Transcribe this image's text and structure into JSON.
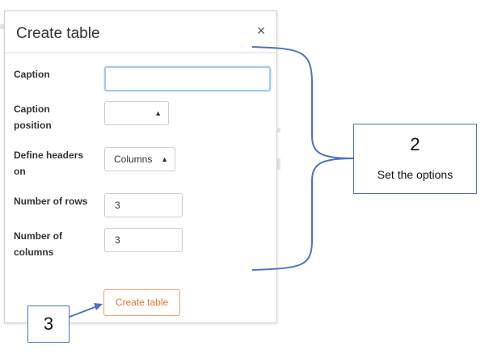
{
  "dialog": {
    "title": "Create table",
    "close_glyph": "×"
  },
  "form": {
    "caption": {
      "label": "Caption",
      "value": ""
    },
    "caption_position": {
      "label": "Caption position",
      "selected": ""
    },
    "define_headers": {
      "label": "Define headers on",
      "selected": "Columns"
    },
    "number_of_rows": {
      "label": "Number of rows",
      "value": "3"
    },
    "number_of_columns": {
      "label": "Number of columns",
      "value": "3"
    },
    "submit_label": "Create table"
  },
  "annotations": {
    "step_2": {
      "number": "2",
      "text": "Set the options"
    },
    "step_3": {
      "number": "3"
    }
  },
  "colors": {
    "accent_orange": "#e8732a",
    "callout_blue": "#4a72c4",
    "focus_blue": "#a9c9ea"
  },
  "icons": {
    "close": "close-icon",
    "select_chevron": "chevron-up-down-icon"
  }
}
